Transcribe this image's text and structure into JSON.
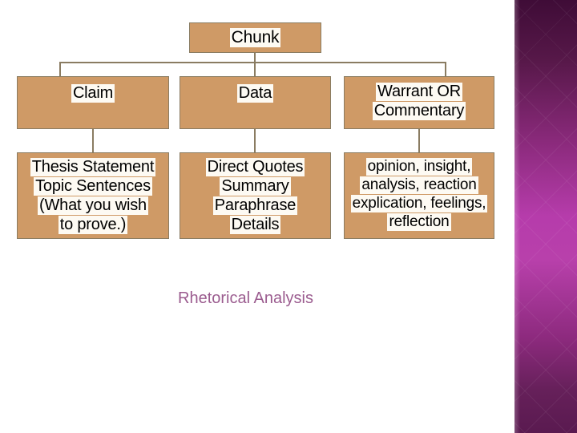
{
  "slide": {
    "background_color": "#ffffff",
    "caption": "Rhetorical Analysis",
    "caption_color": "#9b5c8f"
  },
  "theme": {
    "node_fill": "#cf9a66",
    "node_border": "#8a7c62",
    "node_text_highlight": "#fdfaf3",
    "node_text_color": "#000000",
    "connector_color": "#8a7c62",
    "band_dark": "#3f0c37",
    "band_bright": "#b63cab"
  },
  "diagram": {
    "type": "org-chart",
    "root": {
      "label": "Chunk"
    },
    "branches": [
      {
        "id": "claim",
        "header_lines": [
          "Claim"
        ],
        "detail_lines": [
          "Thesis Statement",
          "Topic Sentences",
          "(What you wish",
          "to prove.)"
        ]
      },
      {
        "id": "data",
        "header_lines": [
          "Data"
        ],
        "detail_lines": [
          "Direct Quotes",
          "Summary",
          "Paraphrase",
          "Details"
        ]
      },
      {
        "id": "warrant",
        "header_lines": [
          "Warrant OR",
          "Commentary"
        ],
        "detail_lines": [
          "opinion, insight,",
          "analysis, reaction",
          "explication, feelings,",
          "reflection"
        ]
      }
    ]
  }
}
